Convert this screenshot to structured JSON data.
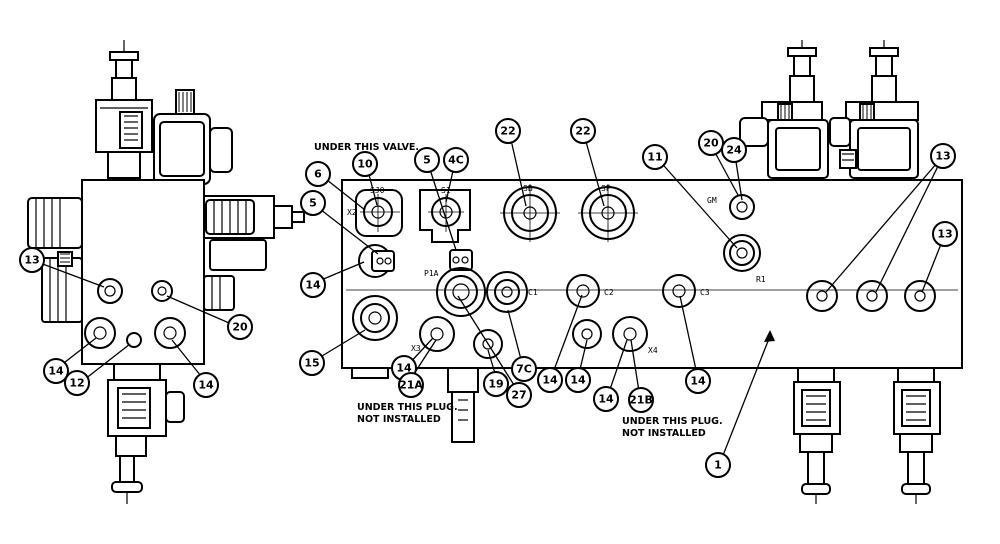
{
  "notes": {
    "under_valve": "UNDER THIS VALVE.",
    "plug_a_line1": "UNDER THIS PLUG.",
    "plug_a_line2": "NOT INSTALLED",
    "plug_b_line1": "UNDER THIS PLUG.",
    "plug_b_line2": "NOT INSTALLED"
  },
  "port_labels": {
    "x2": "X2",
    "sj0": "SJ0",
    "s1": "S1",
    "sb": "SB",
    "sp": "SP",
    "gm": "GM",
    "r1": "R1",
    "p1a": "P1A",
    "c1": "C1",
    "c2": "C2",
    "c3": "C3",
    "x3": "X3",
    "x4": "X4"
  },
  "callouts": {
    "c13_left": "13",
    "c20_left": "20",
    "c14_left_a": "14",
    "c12": "12",
    "c14_left_b": "14",
    "c10": "10",
    "c6": "6",
    "c5_a": "5",
    "c14_mid": "14",
    "c15": "15",
    "c5_b": "5",
    "c4c": "4C",
    "c22_a": "22",
    "c22_b": "22",
    "c11": "11",
    "c20_right": "20",
    "c24": "24",
    "c13_right_a": "13",
    "c13_right_b": "13",
    "c14_x3": "14",
    "c21a": "21A",
    "c19": "19",
    "c27": "27",
    "c7c": "7C",
    "c14_c2a": "14",
    "c14_c2b": "14",
    "c14_c3": "14",
    "c14_x4": "14",
    "c21b": "21B",
    "c1": "1"
  }
}
